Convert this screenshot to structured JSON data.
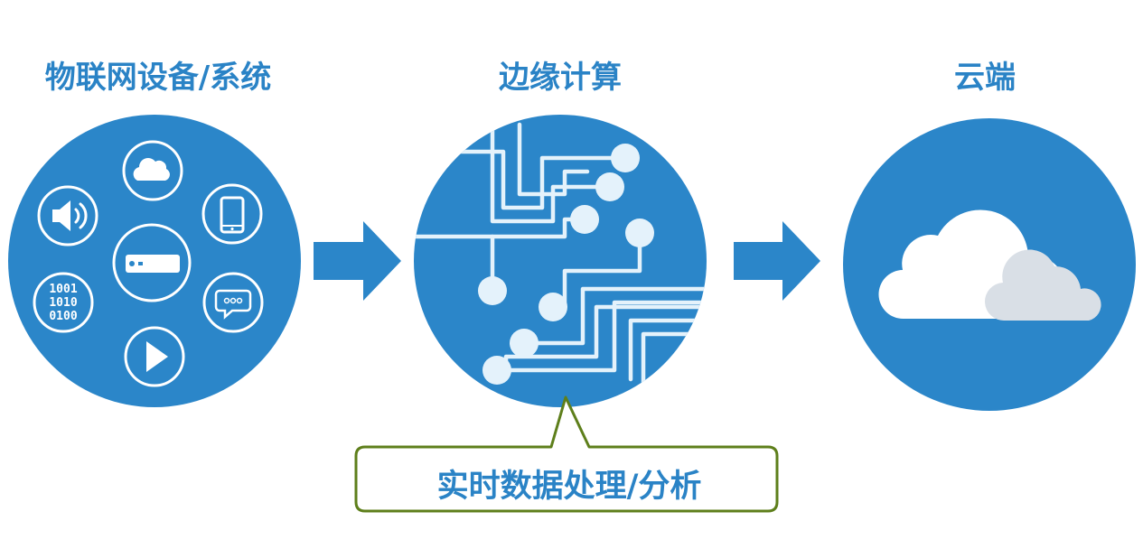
{
  "titles": {
    "iot": "物联网设备/系统",
    "edge": "边缘计算",
    "cloud": "云端"
  },
  "callout": {
    "text": "实时数据处理/分析"
  },
  "binary_lines": [
    "1001",
    "1010",
    "0100"
  ],
  "colors": {
    "circle": "#2b86c9",
    "title": "#2a83c6",
    "callout_border": "#5e7f1b",
    "node": "#e4f2fb"
  },
  "icons": {
    "iot": [
      "cloud-icon",
      "speaker-icon",
      "smartphone-icon",
      "router-icon",
      "binary-icon",
      "chat-bubble-icon",
      "play-icon"
    ],
    "flow": [
      "arrow-right-icon",
      "arrow-right-icon"
    ],
    "cloud": [
      "cloud-icon"
    ]
  }
}
